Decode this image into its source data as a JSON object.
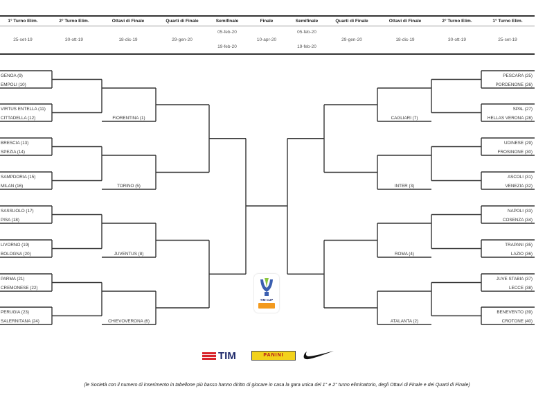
{
  "header": {
    "columns": [
      "1° Turno Elim.",
      "2° Turno Elim.",
      "Ottavi di Finale",
      "Quarti di Finale",
      "Semifinale",
      "Finale",
      "Semifinale",
      "Quarti di Finale",
      "Ottavi di Finale",
      "2° Turno Elim.",
      "1° Turno Elim."
    ],
    "dates": [
      [
        "25-set-19"
      ],
      [
        "30-ott-19"
      ],
      [
        "18-dic-19"
      ],
      [
        "29-gen-20"
      ],
      [
        "05-feb-20",
        "19-feb-20"
      ],
      [
        "10-apr-20"
      ],
      [
        "05-feb-20",
        "19-feb-20"
      ],
      [
        "29-gen-20"
      ],
      [
        "18-dic-19"
      ],
      [
        "30-ott-19"
      ],
      [
        "25-set-19"
      ]
    ]
  },
  "left": {
    "first_round": [
      [
        "GENOA (9)",
        "EMPOLI (10)"
      ],
      [
        "VIRTUS ENTELLA (11)",
        "CITTADELLA (12)"
      ],
      [
        "BRESCIA (13)",
        "SPEZIA (14)"
      ],
      [
        "SAMPDORIA (15)",
        "MILAN (16)"
      ],
      [
        "SASSUOLO (17)",
        "PISA (18)"
      ],
      [
        "LIVORNO (19)",
        "BOLOGNA (20)"
      ],
      [
        "PARMA (21)",
        "CREMONESE (22)"
      ],
      [
        "PERUGIA (23)",
        "SALERNITANA (24)"
      ]
    ],
    "seeded": [
      "FIORENTINA (1)",
      "TORINO (5)",
      "JUVENTUS (8)",
      "CHIEVOVERONA (6)"
    ]
  },
  "right": {
    "first_round": [
      [
        "PESCARA (25)",
        "PORDENONE (26)"
      ],
      [
        "SPAL (27)",
        "HELLAS VERONA (28)"
      ],
      [
        "UDINESE (29)",
        "FROSINONE (30)"
      ],
      [
        "ASCOLI (31)",
        "VENEZIA (32)"
      ],
      [
        "NAPOLI (33)",
        "COSENZA (34)"
      ],
      [
        "TRAPANI (35)",
        "LAZIO (36)"
      ],
      [
        "JUVE STABIA (37)",
        "LECCE (38)"
      ],
      [
        "BENEVENTO (39)",
        "CROTONE (40)"
      ]
    ],
    "seeded": [
      "CAGLIARI (7)",
      "INTER (3)",
      "ROMA (4)",
      "ATALANTA (2)"
    ]
  },
  "logos": {
    "cup": "TIM CUP",
    "tim": "TIM",
    "panini": "PANINI",
    "nike": "nike-swoosh"
  },
  "colors": {
    "tim_red": "#d8232a",
    "tim_blue": "#1f2a6b",
    "panini_yellow": "#f2d21b",
    "line": "#333333"
  },
  "footer": "(le Società con il numero di inserimento in tabellone più basso hanno diritto di giocare in casa la gara unica del 1° e 2° turno eliminatorio, degli Ottavi di Finale e dei Quarti di Finale)"
}
